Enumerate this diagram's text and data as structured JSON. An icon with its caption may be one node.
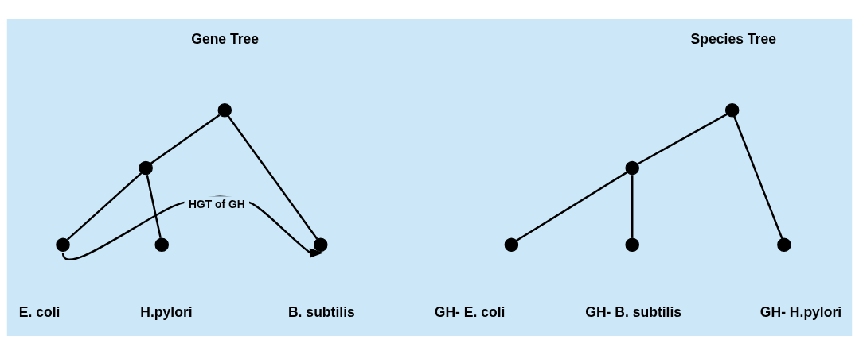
{
  "diagram": {
    "nodes": [
      {
        "text": [],
        "shape": "circle"
      },
      {
        "text": [],
        "shape": "circle"
      },
      {
        "text": [],
        "shape": "circle",
        "beside": [
          "E. coli"
        ]
      },
      {
        "text": [],
        "shape": "circle",
        "beside": [
          "H.pylori"
        ]
      },
      {
        "text": [],
        "shape": "circle",
        "beside": [
          "B. subtilis"
        ]
      },
      {
        "text": [],
        "shape": "circle"
      },
      {
        "text": [],
        "shape": "circle"
      },
      {
        "text": [],
        "shape": "circle",
        "beside": [
          "GH- E. coli"
        ]
      },
      {
        "text": [],
        "shape": "circle",
        "beside": [
          "GH- B. subtilis"
        ]
      },
      {
        "text": [],
        "shape": "circle",
        "beside": [
          "GH- H.pylori"
        ]
      }
    ],
    "edges": [
      {
        "from": 0,
        "to": 1,
        "arrow": "none"
      },
      {
        "from": 0,
        "to": 4,
        "arrow": "none"
      },
      {
        "from": 1,
        "to": 2,
        "arrow": "none"
      },
      {
        "from": 1,
        "to": 3,
        "arrow": "none"
      },
      {
        "from": 2,
        "to": 4,
        "arrow": "to",
        "label": "HGT of GH"
      },
      {
        "from": 5,
        "to": 6,
        "arrow": "none"
      },
      {
        "from": 5,
        "to": 9,
        "arrow": "none"
      },
      {
        "from": 6,
        "to": 7,
        "arrow": "none"
      },
      {
        "from": 6,
        "to": 8,
        "arrow": "none"
      }
    ],
    "labels": [
      "Gene Tree",
      "Species Tree"
    ]
  }
}
